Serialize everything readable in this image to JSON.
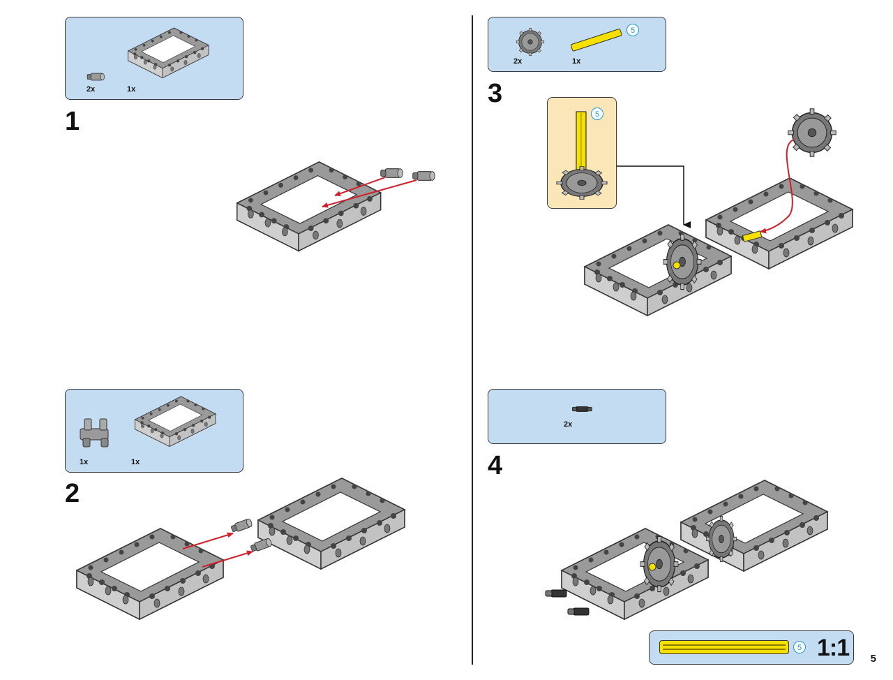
{
  "page_number": "5",
  "steps": [
    {
      "number": "1",
      "parts": [
        {
          "qty": "2x",
          "part": "pin-connector"
        },
        {
          "qty": "1x",
          "part": "frame-5x7"
        }
      ]
    },
    {
      "number": "2",
      "parts": [
        {
          "qty": "1x",
          "part": "double-pin-connector"
        },
        {
          "qty": "1x",
          "part": "frame-5x7"
        }
      ]
    },
    {
      "number": "3",
      "parts": [
        {
          "qty": "2x",
          "part": "gear-wheel"
        },
        {
          "qty": "1x",
          "part": "axle-5"
        }
      ],
      "callout_axle_length": "5"
    },
    {
      "number": "4",
      "parts": [
        {
          "qty": "2x",
          "part": "pin-connector-black"
        }
      ]
    }
  ],
  "axle_length_label": "5",
  "scale_label": "1:1",
  "colors": {
    "parts_box": "#c4dcf2",
    "callout": "#fbe6b8",
    "arrow": "#d0202a",
    "axle": "#f5e000",
    "badge": "#1a9ad6"
  }
}
